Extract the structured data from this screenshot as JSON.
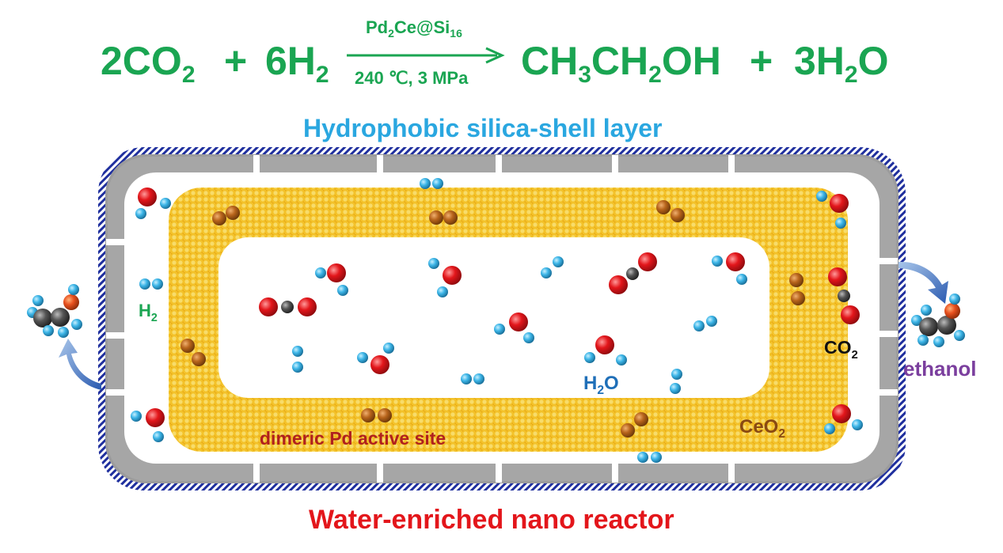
{
  "equation": {
    "r1_coef": "2CO",
    "r1_sub": "2",
    "plus1": "+",
    "r2_coef": "6H",
    "r2_sub": "2",
    "catalyst_main": "Pd",
    "catalyst_sub1": "2",
    "catalyst_mid": "Ce@Si",
    "catalyst_sub2": "16",
    "conditions": "240 ℃, 3 MPa",
    "p1_a": "CH",
    "p1_s1": "3",
    "p1_b": "CH",
    "p1_s2": "2",
    "p1_c": "OH",
    "plus2": "+",
    "p2_a": "3H",
    "p2_s": "2",
    "p2_b": "O"
  },
  "labels": {
    "shell": "Hydrophobic silica-shell layer",
    "reactor": "Water-enriched nano reactor",
    "h2_main": "H",
    "h2_sub": "2",
    "co2_main": "CO",
    "co2_sub": "2",
    "h2o_main": "H",
    "h2o_sub": "2",
    "h2o_tail": "O",
    "ceo2_main": "CeO",
    "ceo2_sub": "2",
    "pd_site": "dimeric Pd active site",
    "ethanol": "ethanol"
  },
  "colors": {
    "equation_green": "#1aa552",
    "shell_blue": "#2aa7e0",
    "reactor_red": "#e3161b",
    "ceo2_yellow": "#f3c22a",
    "oxygen_red": "#e3161b",
    "hydrogen_blue": "#3db6e8",
    "carbon_gray": "#555555",
    "pd_brown": "#b8651c",
    "ethanol_purple": "#7b3f9e"
  }
}
